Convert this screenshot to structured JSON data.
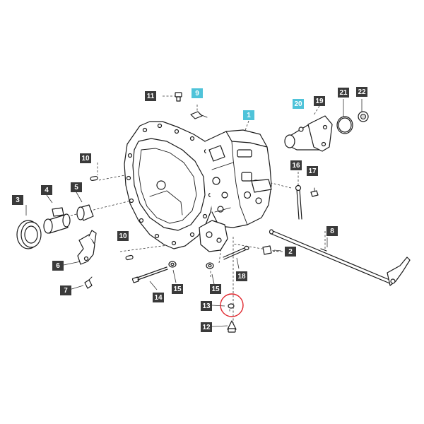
{
  "colors": {
    "callout_dark": "#3a3a3a",
    "callout_cyan": "#4fc3d9",
    "callout_text_dark": "#ffffff",
    "callout_text_cyan": "#ffffff",
    "highlight": "#e0242b"
  },
  "callouts": [
    {
      "id": "c1",
      "label": "1",
      "style": "cyan"
    },
    {
      "id": "c2",
      "label": "2",
      "style": "dark"
    },
    {
      "id": "c3",
      "label": "3",
      "style": "dark"
    },
    {
      "id": "c4",
      "label": "4",
      "style": "dark"
    },
    {
      "id": "c5",
      "label": "5",
      "style": "dark"
    },
    {
      "id": "c6",
      "label": "6",
      "style": "dark"
    },
    {
      "id": "c7",
      "label": "7",
      "style": "dark"
    },
    {
      "id": "c8",
      "label": "8",
      "style": "dark"
    },
    {
      "id": "c9",
      "label": "9",
      "style": "cyan"
    },
    {
      "id": "c10a",
      "label": "10",
      "style": "dark"
    },
    {
      "id": "c10b",
      "label": "10",
      "style": "dark"
    },
    {
      "id": "c11",
      "label": "11",
      "style": "dark"
    },
    {
      "id": "c12",
      "label": "12",
      "style": "dark"
    },
    {
      "id": "c13",
      "label": "13",
      "style": "dark"
    },
    {
      "id": "c14",
      "label": "14",
      "style": "dark"
    },
    {
      "id": "c15a",
      "label": "15",
      "style": "dark"
    },
    {
      "id": "c15b",
      "label": "15",
      "style": "dark"
    },
    {
      "id": "c16",
      "label": "16",
      "style": "dark"
    },
    {
      "id": "c17",
      "label": "17",
      "style": "dark"
    },
    {
      "id": "c18",
      "label": "18",
      "style": "dark"
    },
    {
      "id": "c19",
      "label": "19",
      "style": "dark"
    },
    {
      "id": "c20",
      "label": "20",
      "style": "cyan"
    },
    {
      "id": "c21",
      "label": "21",
      "style": "dark"
    },
    {
      "id": "c22",
      "label": "22",
      "style": "dark"
    }
  ]
}
